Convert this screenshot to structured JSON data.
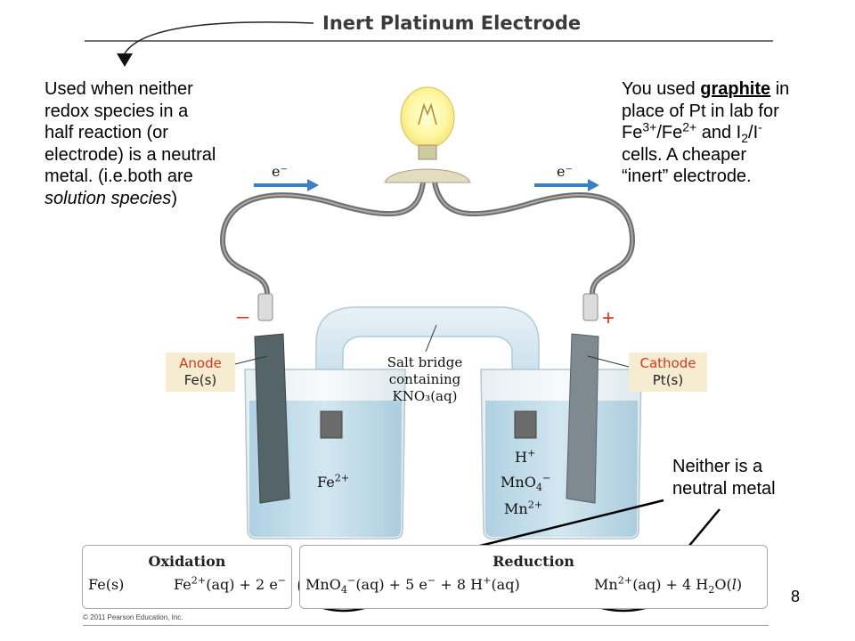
{
  "title": "Inert Platinum Electrode",
  "left_note": {
    "l1": "Used when neither",
    "l2": "redox species in a",
    "l3": "half reaction (or",
    "l4": "electrode) is a neutral",
    "l5": "metal. (i.e.both are",
    "l6_italic": "solution species",
    "l6_end": ")"
  },
  "right_note": {
    "l1_a": "You used ",
    "l1_b": "graphite",
    "l1_c": " in",
    "l2": "place of Pt in lab for",
    "l3_fe3": "Fe",
    "l3_fe3sup": "3+",
    "l3_slash": "/Fe",
    "l3_fe2sup": "2+",
    "l3_and": " and I",
    "l3_i2sub": "2",
    "l3_slash2": "/I",
    "l3_isup": "-",
    "l4": "cells.  A cheaper",
    "l5": "“inert” electrode."
  },
  "neither_note": {
    "l1": "Neither is a",
    "l2": "neutral metal"
  },
  "electron_left": "e⁻",
  "electron_right": "e⁻",
  "minus_sign": "–",
  "plus_sign": "+",
  "anode": {
    "label": "Anode",
    "species": "Fe(s)"
  },
  "cathode": {
    "label": "Cathode",
    "species": "Pt(s)"
  },
  "salt_bridge": {
    "l1": "Salt bridge",
    "l2": "containing",
    "l3": "KNO₃(aq)"
  },
  "ions_left": {
    "fe": "Fe",
    "fe_sup": "2+"
  },
  "ions_right": {
    "h": "H",
    "h_sup": "+",
    "mno4": "MnO",
    "mno4_sub": "4",
    "mno4_sup": "−",
    "mn": "Mn",
    "mn_sup": "2+"
  },
  "oxidation": {
    "heading": "Oxidation",
    "lhs": "Fe(s)",
    "rhs_a": "Fe",
    "rhs_sup": "2+",
    "rhs_b": "(aq) + 2 e",
    "rhs_esup": "−"
  },
  "reduction": {
    "heading": "Reduction",
    "t1": "MnO",
    "t1_sub": "4",
    "t1_sup": "−",
    "t1_b": "(aq)",
    "t2": " + 5 e",
    "t2_sup": "−",
    "t3": " + 8 H",
    "t3_sup": "+",
    "t3_b": "(aq)",
    "t4": "Mn",
    "t4_sup": "2+",
    "t4_b": "(aq)",
    "t5": " + 4 H",
    "t5_sub": "2",
    "t5_b": "O(",
    "t5_l": "l",
    "t5_c": ")"
  },
  "page_number": "8",
  "copyright": "© 2011 Pearson Education, Inc.",
  "colors": {
    "accent_red": "#d23a1c",
    "arrow_blue": "#3d7fc4",
    "tag_bg": "#f6ecd2",
    "solution": "#bcd9e6"
  }
}
